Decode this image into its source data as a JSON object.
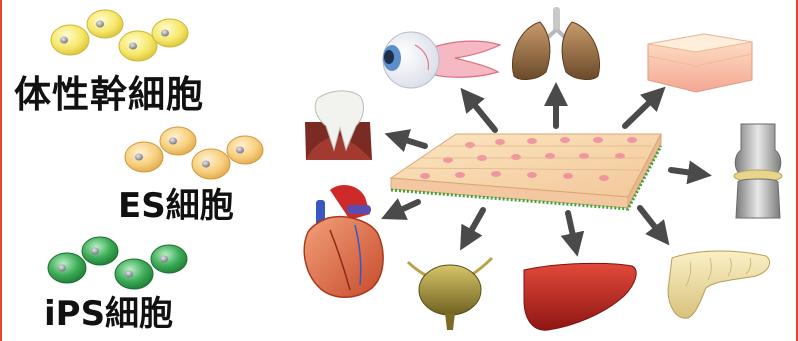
{
  "cell_labels": {
    "somatic": "体性幹細胞",
    "es": "ES細胞",
    "ips": "iPS細胞"
  },
  "colors": {
    "border": "#e8462c",
    "somatic_cell": "#f6e86a",
    "es_cell": "#f7cf7e",
    "ips_cell": "#3fae5a",
    "nucleus": "#8f8f9a",
    "arrow": "#4a4a4a"
  },
  "targets": [
    {
      "icon": "eye-icon"
    },
    {
      "icon": "lungs-icon"
    },
    {
      "icon": "skin-icon"
    },
    {
      "icon": "tooth-icon"
    },
    {
      "icon": "knee-joint-icon"
    },
    {
      "icon": "heart-icon"
    },
    {
      "icon": "bladder-icon"
    },
    {
      "icon": "liver-icon"
    },
    {
      "icon": "pancreas-icon"
    }
  ]
}
